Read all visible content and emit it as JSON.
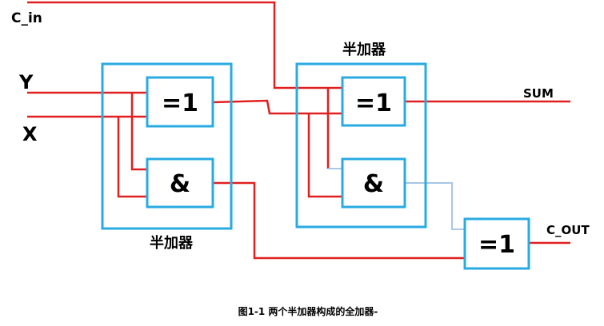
{
  "inputs": {
    "c_in": "C_in",
    "y": "Y",
    "x": "X"
  },
  "outputs": {
    "sum": "SUM",
    "c_out": "C_OUT"
  },
  "half_adder_1": {
    "title": "半加器",
    "xor_symbol": "=1",
    "and_symbol": "&"
  },
  "half_adder_2": {
    "title": "半加器",
    "xor_symbol": "=1",
    "and_symbol": "&"
  },
  "or_gate": {
    "symbol": "=1"
  },
  "caption": "图1-1 两个半加器构成的全加器-",
  "colors": {
    "wire": "#e02020",
    "box": "#29abe2",
    "carry_wire": "#a9c7e6"
  }
}
